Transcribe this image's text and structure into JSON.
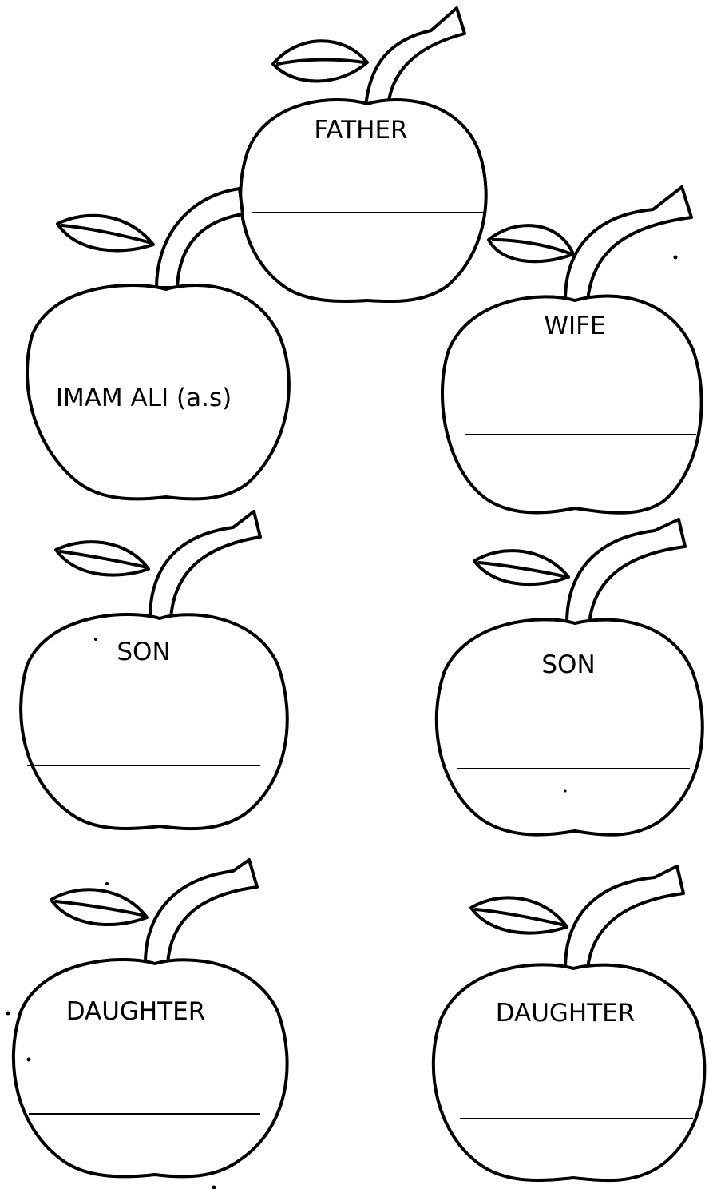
{
  "worksheet": {
    "apples": [
      {
        "id": "father",
        "label": "FATHER",
        "has_blank": true
      },
      {
        "id": "imam-ali",
        "label": "IMAM ALI (a.s)",
        "has_blank": false
      },
      {
        "id": "wife",
        "label": "WIFE",
        "has_blank": true
      },
      {
        "id": "son-1",
        "label": "SON",
        "has_blank": true
      },
      {
        "id": "son-2",
        "label": "SON",
        "has_blank": true
      },
      {
        "id": "daughter-1",
        "label": "DAUGHTER",
        "has_blank": true
      },
      {
        "id": "daughter-2",
        "label": "DAUGHTER",
        "has_blank": true
      }
    ],
    "colors": {
      "line": "#000000",
      "background": "#ffffff"
    }
  }
}
